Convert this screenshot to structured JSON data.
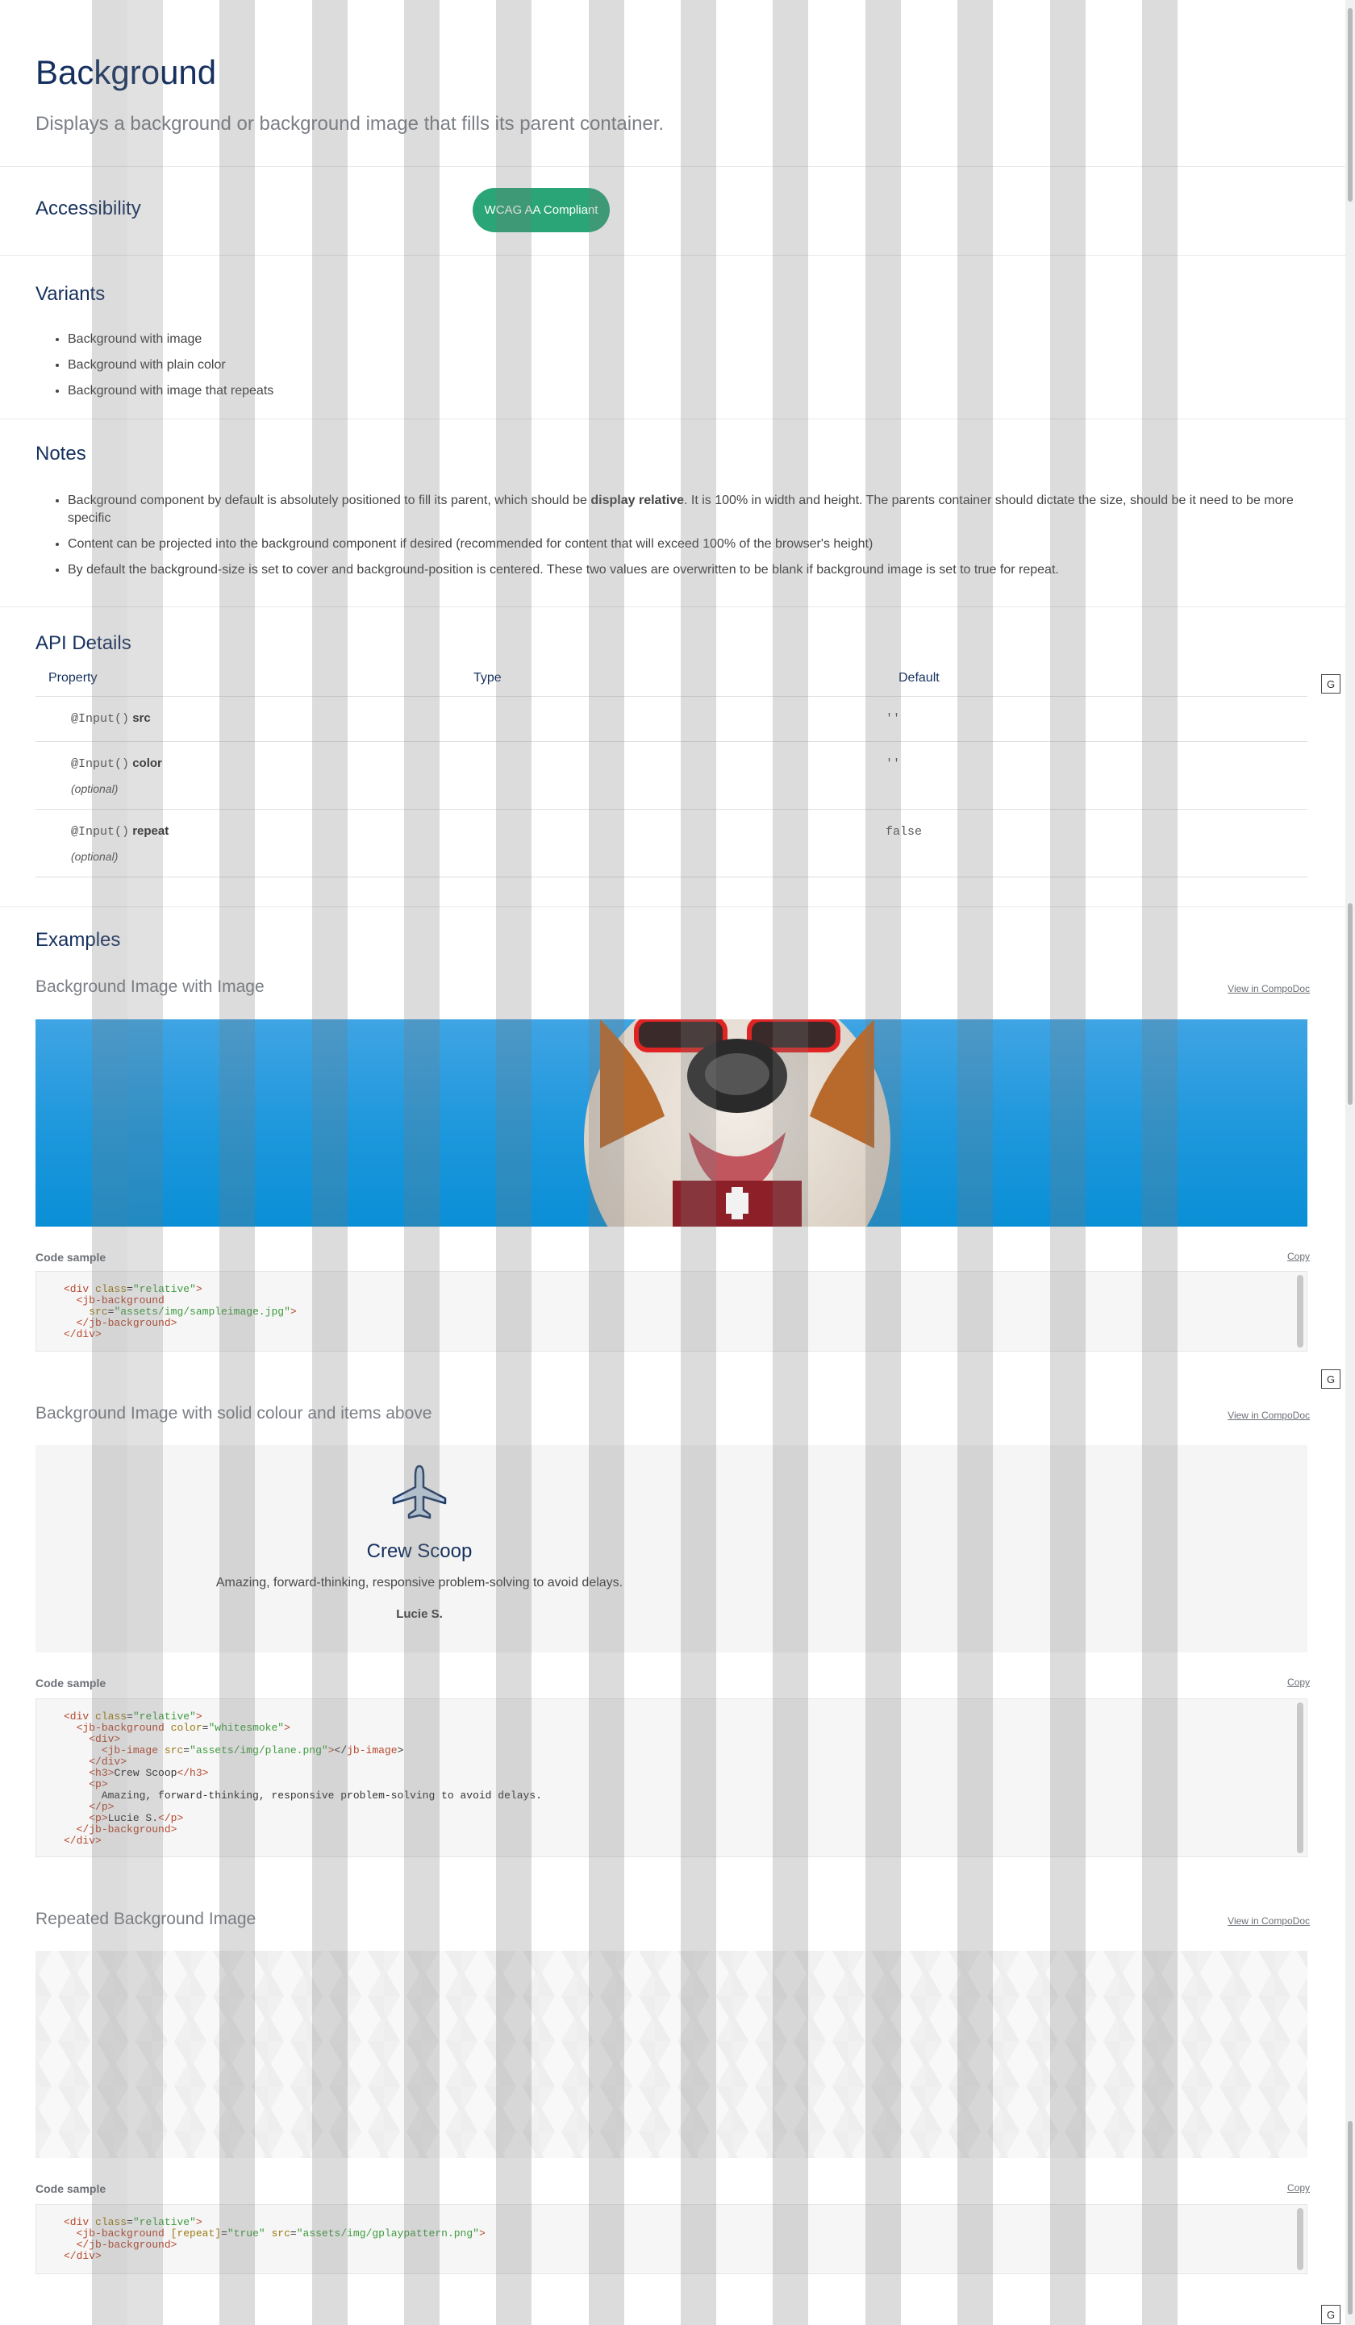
{
  "header": {
    "title": "Background",
    "subtitle": "Displays a background or background image that fills its parent container."
  },
  "accessibility": {
    "heading": "Accessibility",
    "badge": "WCAG AA Compliant"
  },
  "variants": {
    "heading": "Variants",
    "items": [
      "Background with image",
      "Background with plain color",
      "Background with image that repeats"
    ]
  },
  "notes": {
    "heading": "Notes",
    "item1_pre": "Background component by default is absolutely positioned to fill its parent, which should be ",
    "item1_bold": "display relative",
    "item1_post": ". It is 100% in width and height. The parents container should dictate the size, should be it need to be more specific",
    "item2": "Content can be projected into the background component if desired (recommended for content that will exceed 100% of the browser's height)",
    "item3": "By default the background-size is set to cover and background-position is centered. These two values are overwritten to be blank if background image is set to true for repeat."
  },
  "api": {
    "heading": "API Details",
    "columns": [
      "Property",
      "Type",
      "Default"
    ],
    "rows": [
      {
        "decorator": "@Input()",
        "name": "src",
        "optional": "",
        "type": "",
        "default": "''"
      },
      {
        "decorator": "@Input()",
        "name": "color",
        "optional": "(optional)",
        "type": "",
        "default": "''"
      },
      {
        "decorator": "@Input()",
        "name": "repeat",
        "optional": "(optional)",
        "type": "",
        "default": "false"
      }
    ]
  },
  "examples": {
    "heading": "Examples",
    "compodoc_label": "View in CompoDoc",
    "code_label": "Code sample",
    "copy_label": "Copy",
    "ex1": {
      "title": "Background Image with Image"
    },
    "ex2": {
      "title": "Background Image with solid colour and items above",
      "card_title": "Crew Scoop",
      "card_text": "Amazing, forward-thinking, responsive problem-solving to avoid delays.",
      "card_author": "Lucie S."
    },
    "ex3": {
      "title": "Repeated Background Image"
    }
  },
  "side_icon_label": "G",
  "colors": {
    "heading": "#15305e",
    "badge": "#2aa577",
    "sky_top": "#3fa4e3",
    "sky_bottom": "#0a8fd6",
    "solid_bg": "#f5f5f5"
  }
}
